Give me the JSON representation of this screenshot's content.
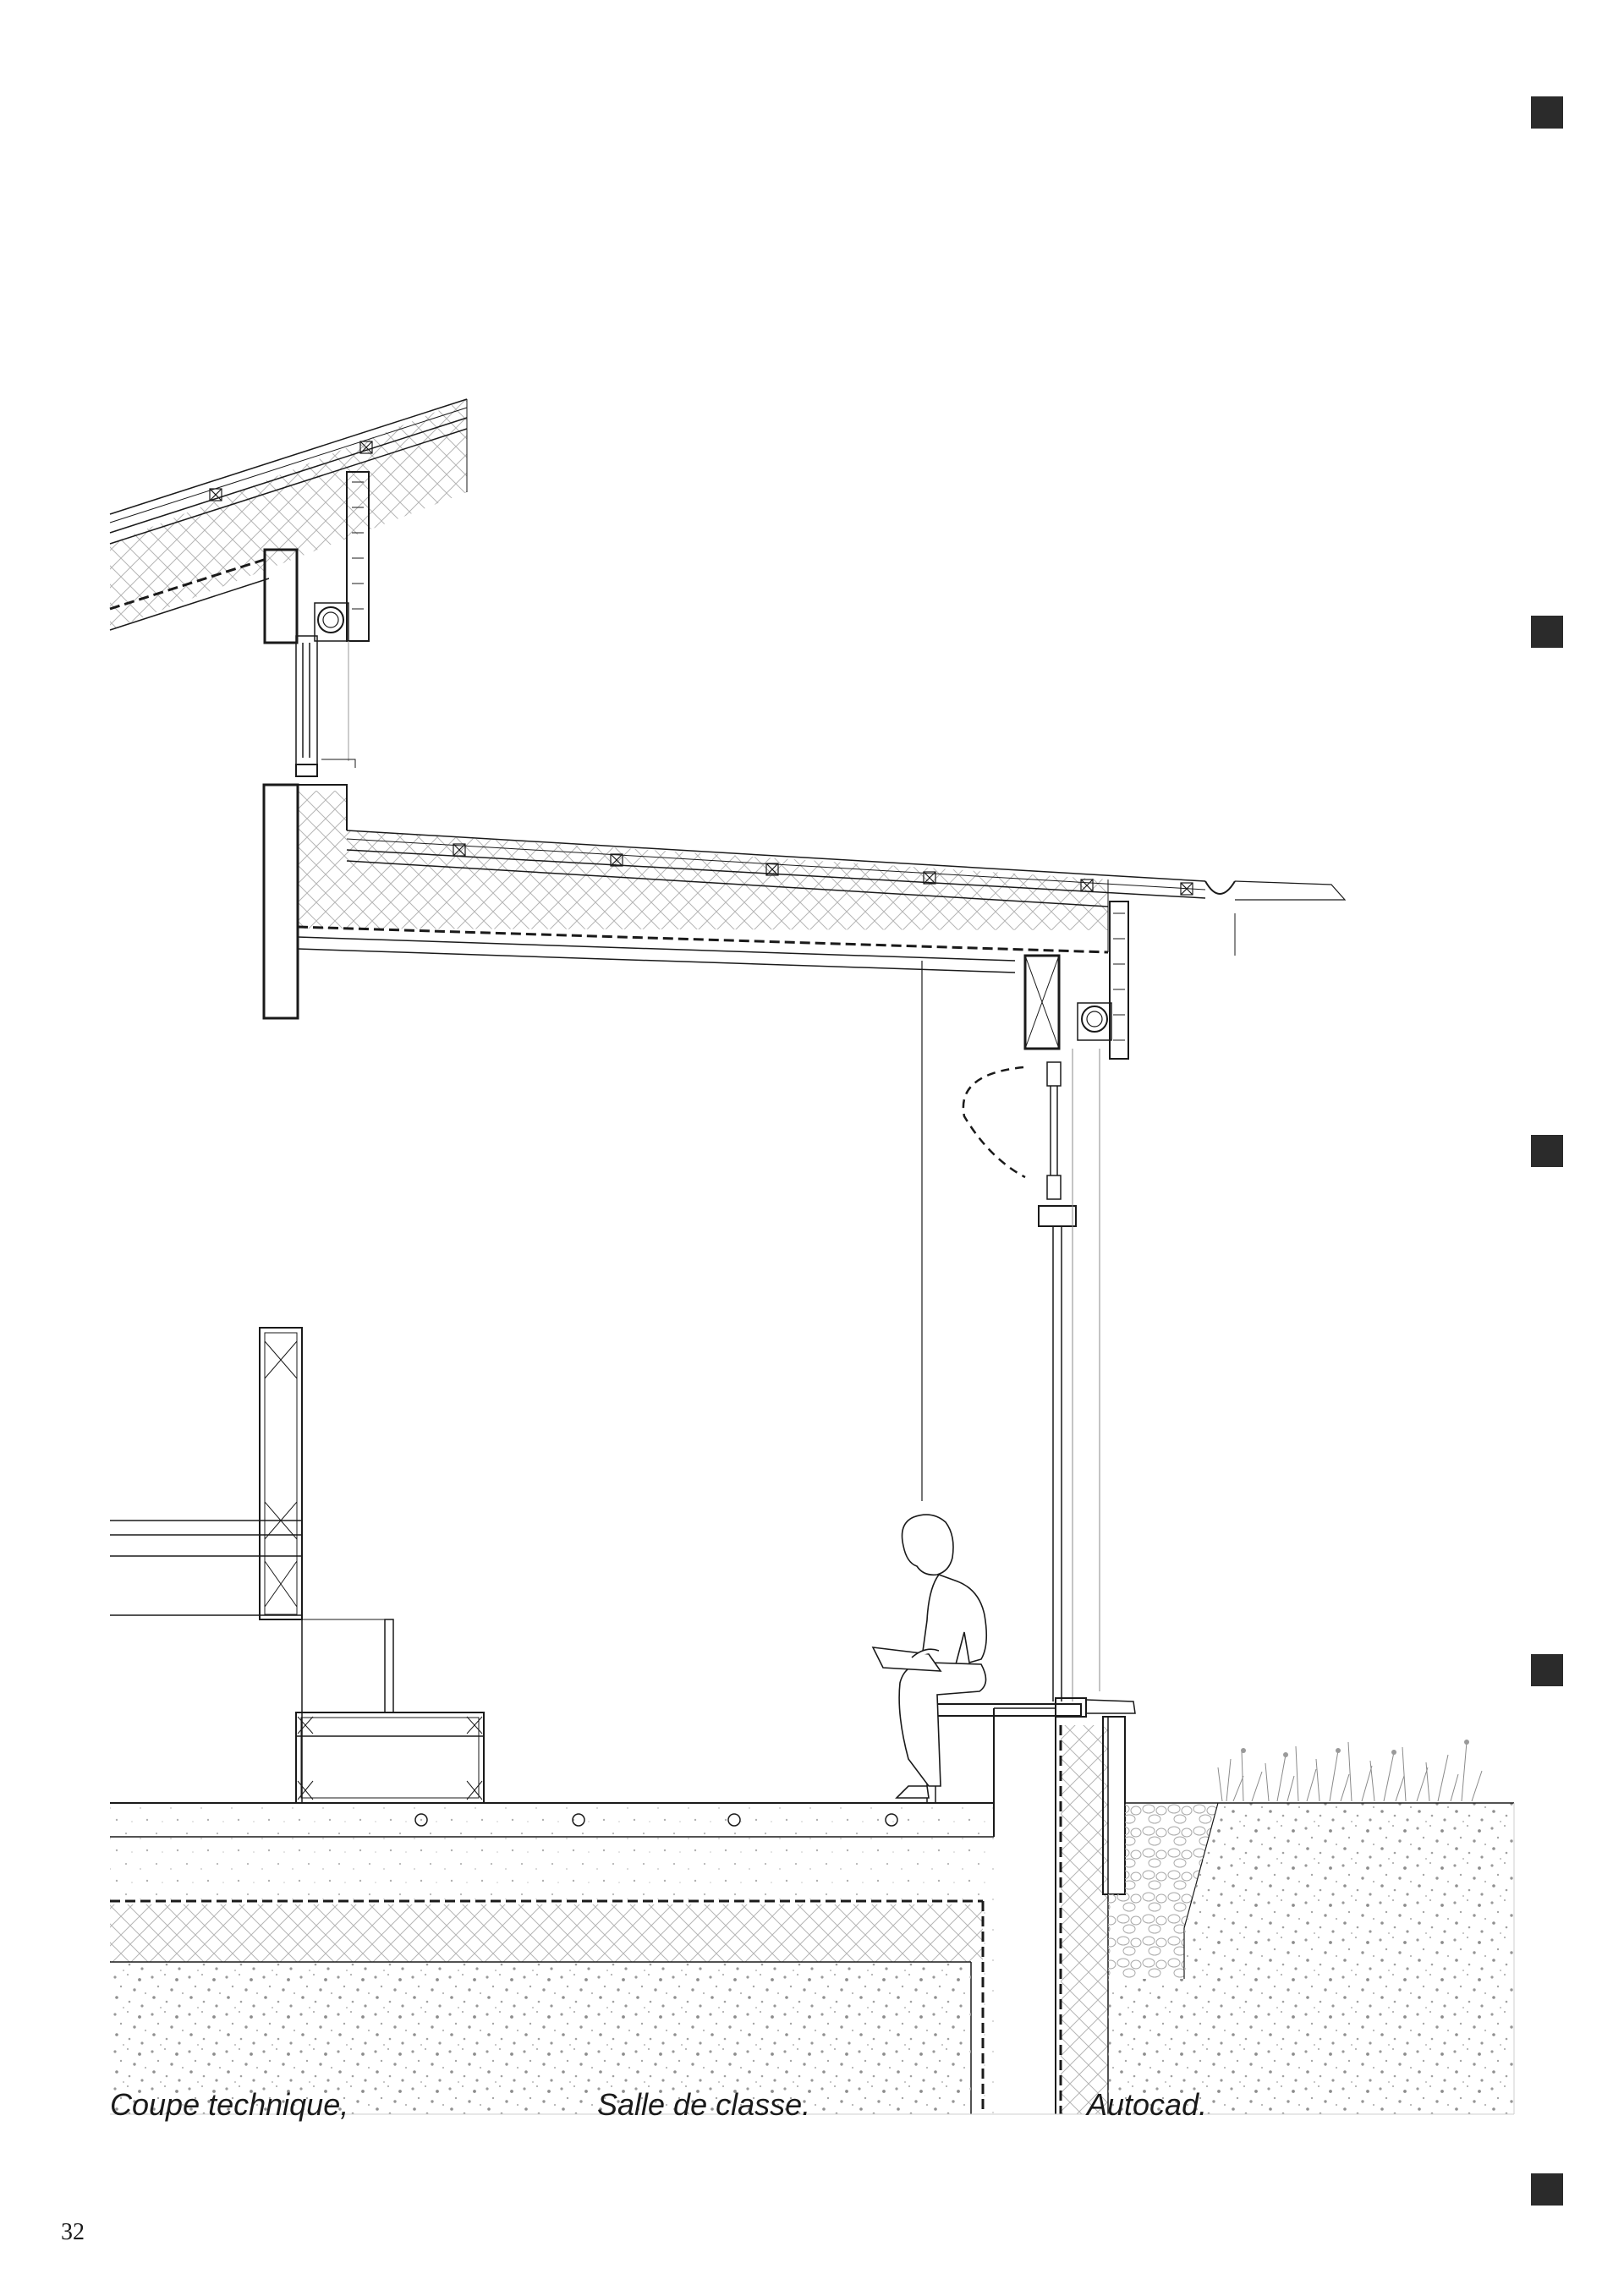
{
  "captions": {
    "left": "Coupe technique,",
    "middle": "Salle de classe.",
    "right": "Autocad."
  },
  "page_number": "32",
  "colors": {
    "line": "#1a1a1a",
    "marker": "#2b2b2b",
    "ground_speckle": "#9a9a9a"
  },
  "icons": [
    "margin-marker-square",
    "technical-section-drawing",
    "seated-child-figure",
    "vegetation-icon"
  ]
}
